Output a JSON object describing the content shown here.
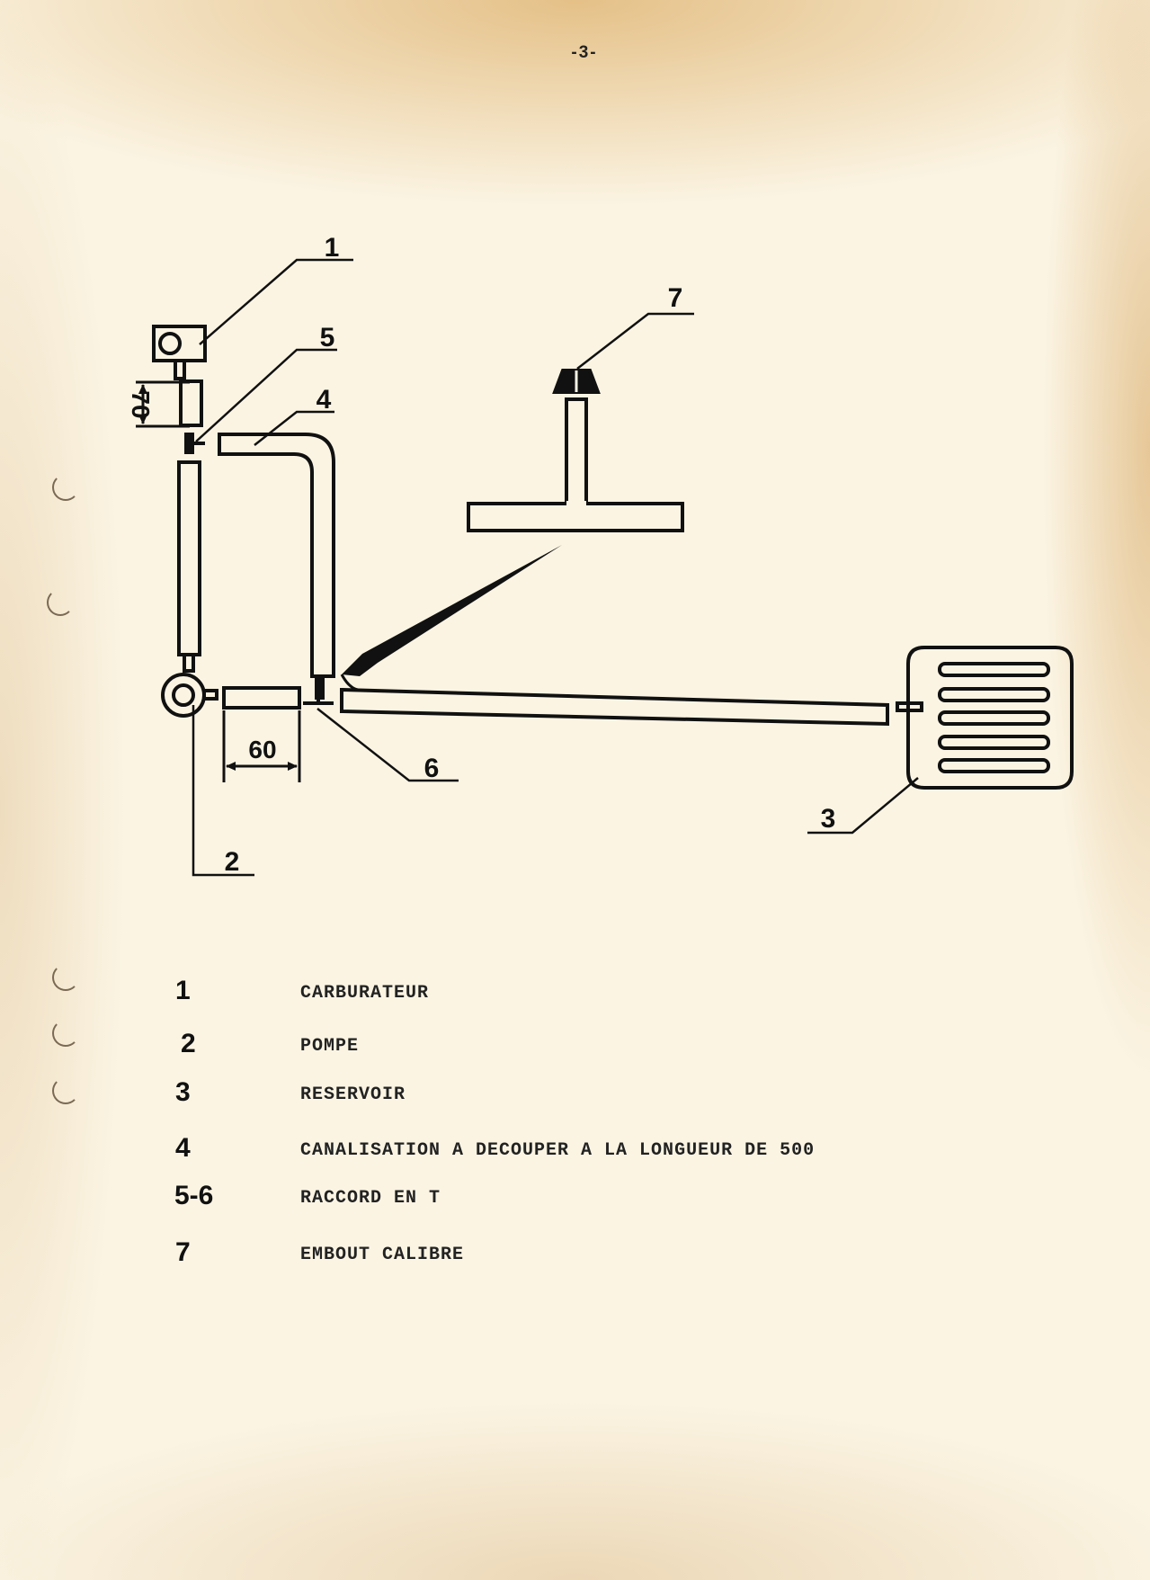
{
  "page": {
    "number": "-3-"
  },
  "diagram": {
    "labels": {
      "l1": "1",
      "l2": "2",
      "l3": "3",
      "l4": "4",
      "l5": "5",
      "l6": "6",
      "l7": "7"
    },
    "dimensions": {
      "height": "70",
      "width": "60"
    }
  },
  "legend": [
    {
      "num": "1",
      "text": "CARBURATEUR"
    },
    {
      "num": "2",
      "text": "POMPE"
    },
    {
      "num": "3",
      "text": "RESERVOIR"
    },
    {
      "num": "4",
      "text": "CANALISATION A DECOUPER A LA LONGUEUR DE 500"
    },
    {
      "num": "5-6",
      "text": "RACCORD EN T"
    },
    {
      "num": "7",
      "text": "EMBOUT CALIBRE"
    }
  ]
}
